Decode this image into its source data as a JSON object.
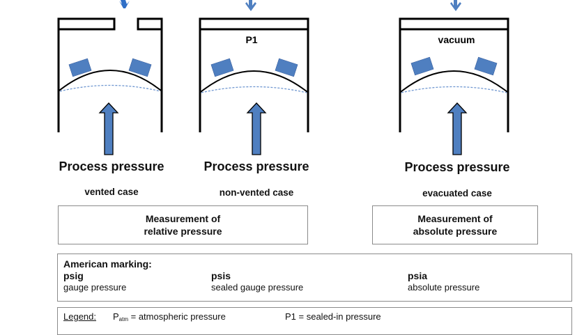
{
  "colors": {
    "outline": "#000000",
    "sensor_blue": "#4f7fc0",
    "arrow_blue": "#4f7fc0",
    "top_arrow_blue": "#3f78c4",
    "dashed_line": "#6e96d0",
    "box_border": "#8a8a8a"
  },
  "cases": [
    {
      "id": "vented",
      "chamber_label": "",
      "has_vent_opening": true,
      "process_label": "Process pressure",
      "case_label": "vented case"
    },
    {
      "id": "non-vented",
      "chamber_label": "P1",
      "has_vent_opening": false,
      "process_label": "Process pressure",
      "case_label": "non-vented case"
    },
    {
      "id": "evacuated",
      "chamber_label": "vacuum",
      "has_vent_opening": false,
      "process_label": "Process pressure",
      "case_label": "evacuated case"
    }
  ],
  "measurement": {
    "relative": "Measurement of relative pressure",
    "relative_line1": "Measurement of",
    "relative_line2": "relative pressure",
    "absolute_line1": "Measurement of",
    "absolute_line2": "absolute pressure"
  },
  "marking": {
    "title": "American marking:",
    "items": [
      {
        "code": "psig",
        "description": "gauge pressure"
      },
      {
        "code": "psis",
        "description": "sealed gauge pressure"
      },
      {
        "code": "psia",
        "description": "absolute pressure"
      }
    ]
  },
  "legend": {
    "title": "Legend:",
    "patm_symbol": "P",
    "patm_subscript": "atm",
    "patm_text": " = atmospheric pressure",
    "p1_text": "P1 = sealed-in pressure"
  }
}
